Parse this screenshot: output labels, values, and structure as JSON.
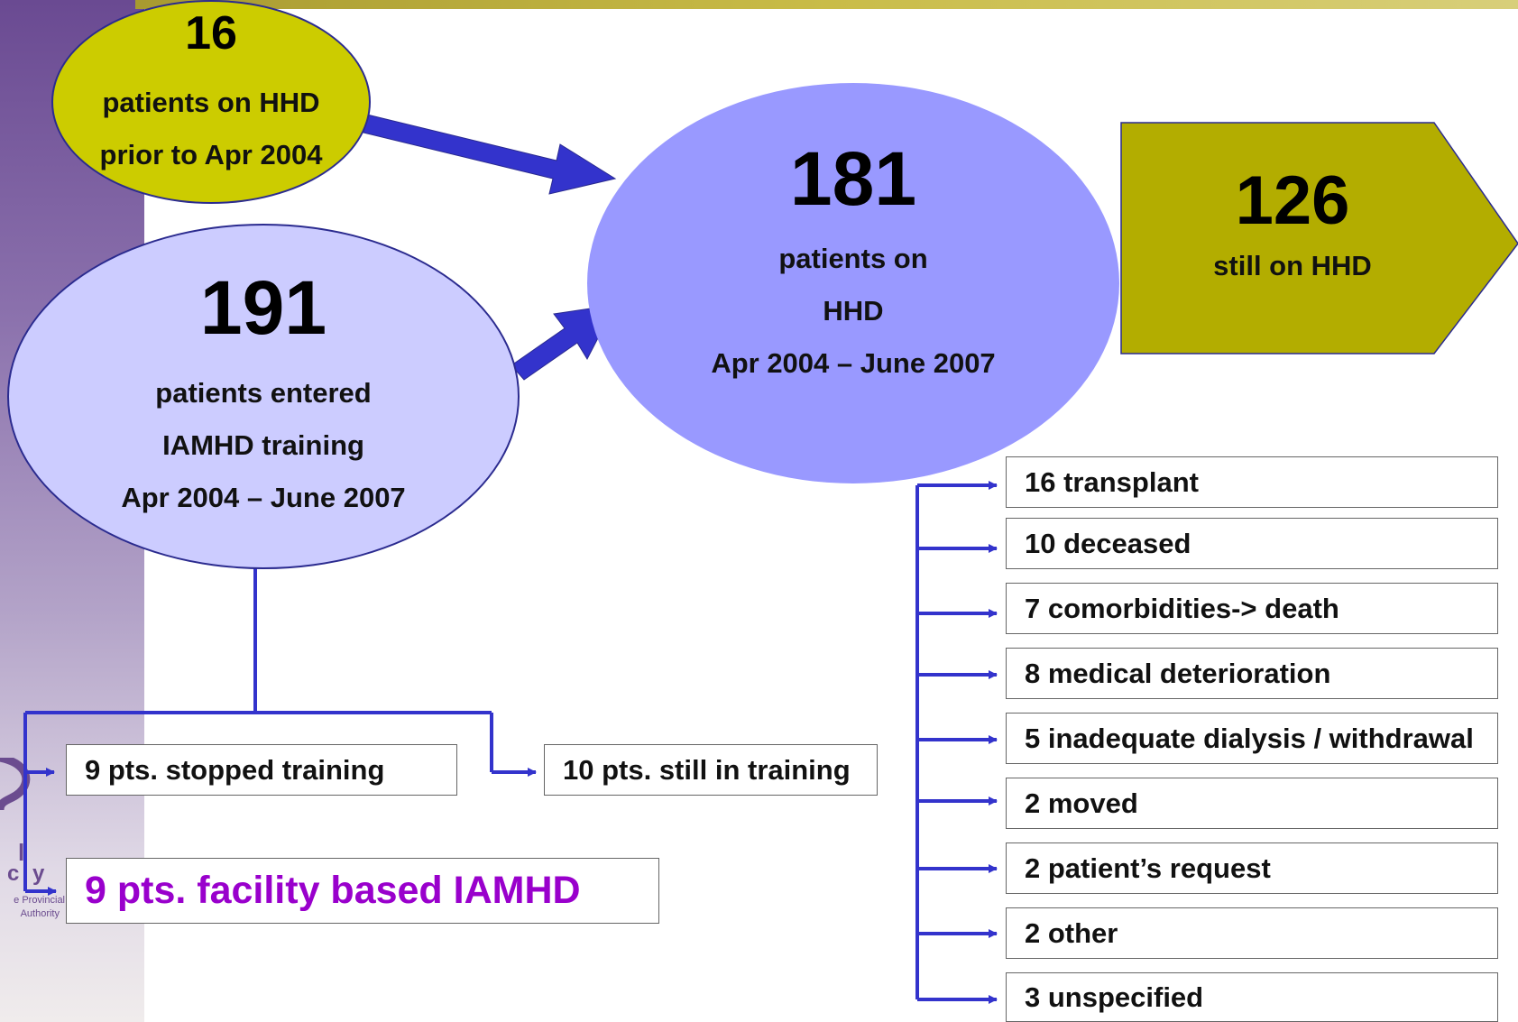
{
  "logo": {
    "line1": "l",
    "line2": "c y",
    "line3": "e Provincial",
    "line4": "Authority"
  },
  "nodes": {
    "prior": {
      "number": "16",
      "line1": "patients on HHD",
      "line2": "prior to Apr 2004"
    },
    "entered": {
      "number": "191",
      "line1": "patients entered",
      "line2": "IAMHD training",
      "line3": "Apr 2004 – June 2007"
    },
    "on_hhd": {
      "number": "181",
      "line1": "patients on",
      "line2": "HHD",
      "line3": "Apr 2004 – June 2007"
    },
    "still": {
      "number": "126",
      "line1": "still on HHD"
    }
  },
  "training_outcomes": {
    "stopped": "9 pts. stopped training",
    "still_in": "10 pts. still in training",
    "facility": "9 pts. facility based IAMHD"
  },
  "exit_reasons": [
    "16 transplant",
    "10 deceased",
    "7 comorbidities-> death",
    "8 medical deterioration",
    "5 inadequate dialysis / withdrawal",
    "2 moved",
    "2 patient’s request",
    "2 other",
    "3 unspecified"
  ],
  "colors": {
    "prior_fill": "#cccc00",
    "entered_fill": "#ccccff",
    "on_hhd_fill": "#9999ff",
    "still_fill": "#b3ad00",
    "connector": "#3333cc",
    "facility_text": "#9900cc"
  }
}
